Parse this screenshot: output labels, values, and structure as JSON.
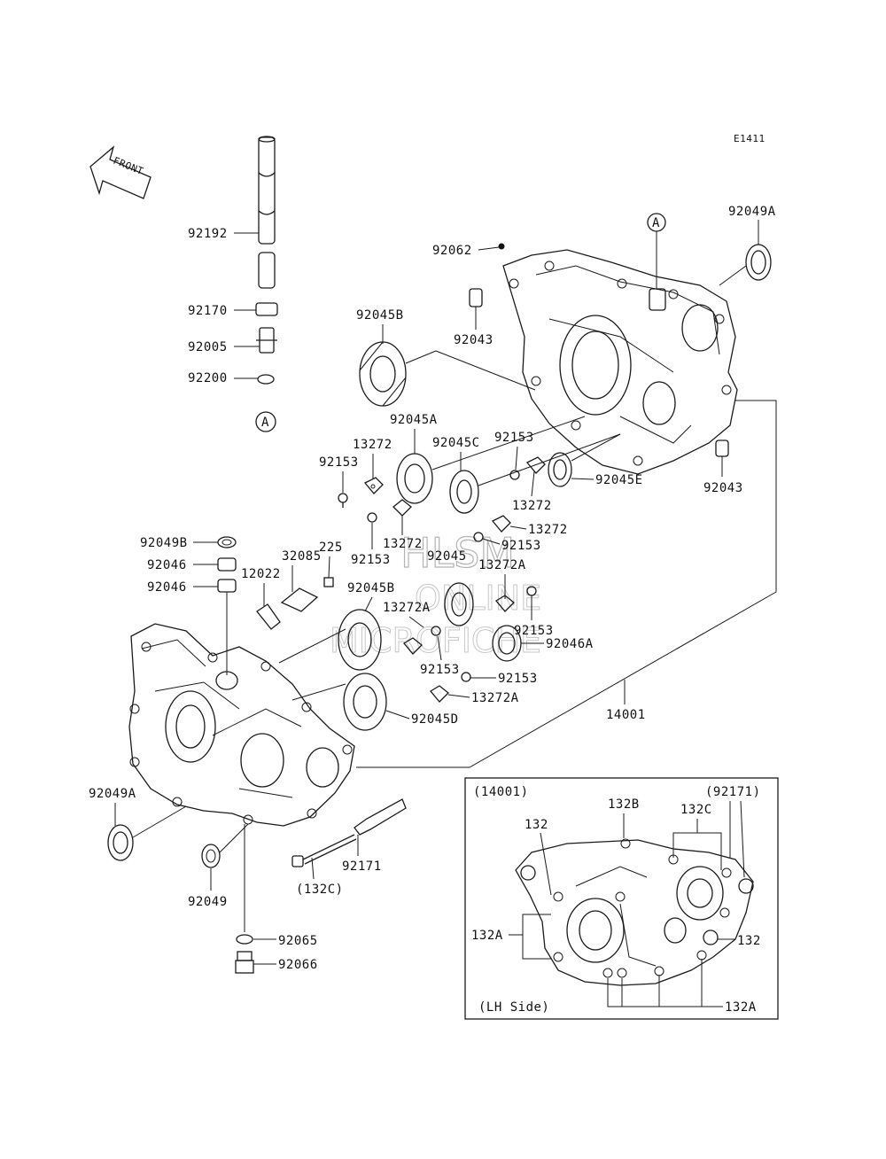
{
  "diagram": {
    "code": "E1411",
    "front": "FRONT",
    "ref_a": "A",
    "watermark": [
      "HLSM",
      "ONLINE",
      "MICROFICHE"
    ],
    "inset_title": "(14001)",
    "inset_side": "(LH Side)",
    "labels": {
      "p92049A_top": "92049A",
      "p92062": "92062",
      "p92043_top": "92043",
      "p92045B_top": "92045B",
      "p92045A": "92045A",
      "p92045C": "92045C",
      "p92153_a": "92153",
      "p13272_a": "13272",
      "p92153_b": "92153",
      "p92045E": "92045E",
      "p92043_right": "92043",
      "p13272_b": "13272",
      "p13272_c": "13272",
      "p13272_d": "13272",
      "p92153_c": "92153",
      "p92153_d": "92153",
      "p92045": "92045",
      "p13272A_a": "13272A",
      "p92192": "92192",
      "p92170": "92170",
      "p92005": "92005",
      "p92200": "92200",
      "p92049B": "92049B",
      "p92046_a": "92046",
      "p92046_b": "92046",
      "p32085": "32085",
      "p225": "225",
      "p12022": "12022",
      "p92045B_mid": "92045B",
      "p13272A_b": "13272A",
      "p92153_e": "92153",
      "p92046A": "92046A",
      "p92153_f": "92153",
      "p92153_g": "92153",
      "p13272A_c": "13272A",
      "p92045D": "92045D",
      "p14001": "14001",
      "p92049A_left": "92049A",
      "p92171": "92171",
      "p132C_paren": "(132C)",
      "p92049": "92049",
      "p92065": "92065",
      "p92066": "92066",
      "i132_a": "132",
      "i132B": "132B",
      "i132C": "132C",
      "i92171": "(92171)",
      "i132A_left": "132A",
      "i132_b": "132",
      "i132A_bottom": "132A"
    }
  }
}
